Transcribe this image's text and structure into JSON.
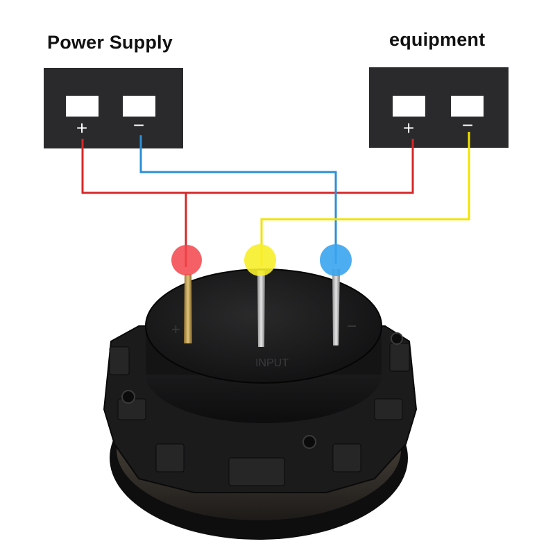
{
  "labels": {
    "power_supply": "Power Supply",
    "equipment": "equipment"
  },
  "terminals": {
    "plus": "+",
    "minus": "−"
  },
  "meter_markings": {
    "plus": "+",
    "minus": "−",
    "input_text": "INPUT"
  },
  "wire_colors": {
    "positive": "#d62828",
    "negative_supply": "#2b8fd6",
    "signal": "#f2e300"
  },
  "pin_highlight_colors": {
    "red": "#f2444a",
    "yellow": "#f7ee2a",
    "blue": "#3aa4ef"
  },
  "box_color": "#2a2a2c",
  "device_color": "#161617"
}
